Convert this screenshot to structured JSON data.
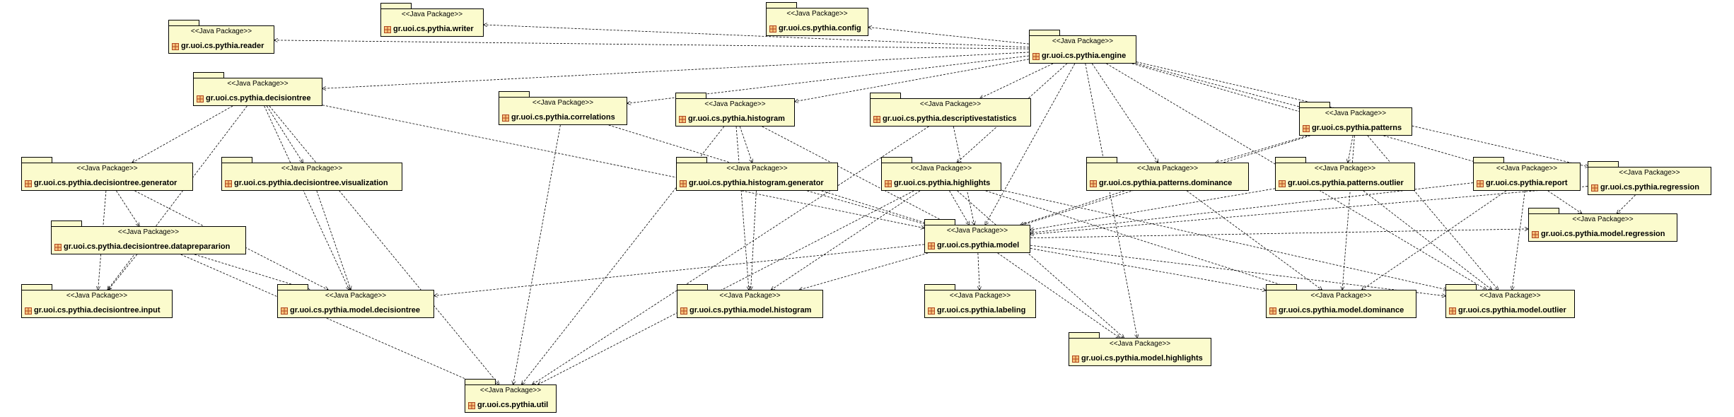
{
  "diagram": {
    "stereotype": "<<Java Package>>",
    "packages": [
      {
        "id": "reader",
        "name": "gr.uoi.cs.pythia.reader"
      },
      {
        "id": "writer",
        "name": "gr.uoi.cs.pythia.writer"
      },
      {
        "id": "config",
        "name": "gr.uoi.cs.pythia.config"
      },
      {
        "id": "engine",
        "name": "gr.uoi.cs.pythia.engine"
      },
      {
        "id": "decisiontree",
        "name": "gr.uoi.cs.pythia.decisiontree"
      },
      {
        "id": "correlations",
        "name": "gr.uoi.cs.pythia.correlations"
      },
      {
        "id": "histogram",
        "name": "gr.uoi.cs.pythia.histogram"
      },
      {
        "id": "descriptivestatistics",
        "name": "gr.uoi.cs.pythia.descriptivestatistics"
      },
      {
        "id": "patterns",
        "name": "gr.uoi.cs.pythia.patterns"
      },
      {
        "id": "dt_generator",
        "name": "gr.uoi.cs.pythia.decisiontree.generator"
      },
      {
        "id": "dt_visualization",
        "name": "gr.uoi.cs.pythia.decisiontree.visualization"
      },
      {
        "id": "histogram_generator",
        "name": "gr.uoi.cs.pythia.histogram.generator"
      },
      {
        "id": "highlights",
        "name": "gr.uoi.cs.pythia.highlights"
      },
      {
        "id": "patterns_dominance",
        "name": "gr.uoi.cs.pythia.patterns.dominance"
      },
      {
        "id": "patterns_outlier",
        "name": "gr.uoi.cs.pythia.patterns.outlier"
      },
      {
        "id": "report",
        "name": "gr.uoi.cs.pythia.report"
      },
      {
        "id": "regression",
        "name": "gr.uoi.cs.pythia.regression"
      },
      {
        "id": "dt_datapreparation",
        "name": "gr.uoi.cs.pythia.decisiontree.dataprepararion"
      },
      {
        "id": "model",
        "name": "gr.uoi.cs.pythia.model"
      },
      {
        "id": "model_regression",
        "name": "gr.uoi.cs.pythia.model.regression"
      },
      {
        "id": "dt_input",
        "name": "gr.uoi.cs.pythia.decisiontree.input"
      },
      {
        "id": "model_decisiontree",
        "name": "gr.uoi.cs.pythia.model.decisiontree"
      },
      {
        "id": "model_histogram",
        "name": "gr.uoi.cs.pythia.model.histogram"
      },
      {
        "id": "labeling",
        "name": "gr.uoi.cs.pythia.labeling"
      },
      {
        "id": "model_dominance",
        "name": "gr.uoi.cs.pythia.model.dominance"
      },
      {
        "id": "model_outlier",
        "name": "gr.uoi.cs.pythia.model.outlier"
      },
      {
        "id": "model_highlights",
        "name": "gr.uoi.cs.pythia.model.highlights"
      },
      {
        "id": "util",
        "name": "gr.uoi.cs.pythia.util"
      }
    ],
    "dependencies": [
      [
        "engine",
        "reader"
      ],
      [
        "engine",
        "writer"
      ],
      [
        "engine",
        "config"
      ],
      [
        "engine",
        "decisiontree"
      ],
      [
        "engine",
        "correlations"
      ],
      [
        "engine",
        "histogram"
      ],
      [
        "engine",
        "descriptivestatistics"
      ],
      [
        "engine",
        "patterns"
      ],
      [
        "engine",
        "highlights"
      ],
      [
        "engine",
        "report"
      ],
      [
        "engine",
        "regression"
      ],
      [
        "engine",
        "patterns_dominance"
      ],
      [
        "engine",
        "model"
      ],
      [
        "engine",
        "model_highlights"
      ],
      [
        "engine",
        "model_outlier"
      ],
      [
        "decisiontree",
        "dt_generator"
      ],
      [
        "decisiontree",
        "dt_visualization"
      ],
      [
        "decisiontree",
        "model"
      ],
      [
        "decisiontree",
        "model_decisiontree"
      ],
      [
        "decisiontree",
        "util"
      ],
      [
        "decisiontree",
        "dt_input"
      ],
      [
        "dt_generator",
        "dt_datapreparation"
      ],
      [
        "dt_generator",
        "dt_input"
      ],
      [
        "dt_generator",
        "model_decisiontree"
      ],
      [
        "dt_visualization",
        "model_decisiontree"
      ],
      [
        "dt_datapreparation",
        "dt_input"
      ],
      [
        "dt_datapreparation",
        "model_decisiontree"
      ],
      [
        "dt_datapreparation",
        "util"
      ],
      [
        "correlations",
        "model"
      ],
      [
        "correlations",
        "util"
      ],
      [
        "histogram",
        "histogram_generator"
      ],
      [
        "histogram",
        "model"
      ],
      [
        "histogram",
        "model_histogram"
      ],
      [
        "histogram",
        "util"
      ],
      [
        "histogram_generator",
        "model_histogram"
      ],
      [
        "histogram_generator",
        "model"
      ],
      [
        "descriptivestatistics",
        "model"
      ],
      [
        "descriptivestatistics",
        "util"
      ],
      [
        "highlights",
        "model"
      ],
      [
        "highlights",
        "model_highlights"
      ],
      [
        "highlights",
        "model_histogram"
      ],
      [
        "highlights",
        "model_dominance"
      ],
      [
        "highlights",
        "model_outlier"
      ],
      [
        "highlights",
        "util"
      ],
      [
        "patterns",
        "patterns_dominance"
      ],
      [
        "patterns",
        "patterns_outlier"
      ],
      [
        "patterns",
        "model"
      ],
      [
        "patterns",
        "model_dominance"
      ],
      [
        "patterns",
        "model_outlier"
      ],
      [
        "patterns_dominance",
        "model"
      ],
      [
        "patterns_dominance",
        "model_dominance"
      ],
      [
        "patterns_outlier",
        "model"
      ],
      [
        "patterns_outlier",
        "model_outlier"
      ],
      [
        "report",
        "model"
      ],
      [
        "report",
        "model_regression"
      ],
      [
        "report",
        "model_dominance"
      ],
      [
        "report",
        "model_outlier"
      ],
      [
        "regression",
        "model_regression"
      ],
      [
        "regression",
        "model"
      ],
      [
        "model",
        "model_decisiontree"
      ],
      [
        "model",
        "model_histogram"
      ],
      [
        "model",
        "labeling"
      ],
      [
        "model",
        "model_dominance"
      ],
      [
        "model",
        "model_outlier"
      ],
      [
        "model",
        "model_highlights"
      ],
      [
        "model",
        "model_regression"
      ]
    ]
  }
}
